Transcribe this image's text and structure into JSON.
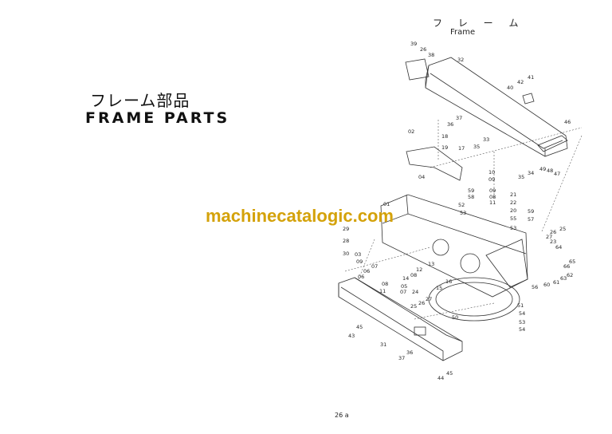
{
  "title_jp": "フレーム部品",
  "title_en": "FRAME PARTS",
  "diagram": {
    "title_jp": "フ レ ー ム",
    "title_en": "Frame"
  },
  "watermark": "machinecatalogic.com",
  "watermark_color": "#d4a20a",
  "page_number": "26 a",
  "callouts": [
    "39",
    "26",
    "38",
    "32",
    "42",
    "41",
    "40",
    "37",
    "36",
    "46",
    "02",
    "18",
    "19",
    "17",
    "33",
    "35",
    "35",
    "34",
    "49",
    "48",
    "47",
    "04",
    "10",
    "09",
    "59",
    "58",
    "52",
    "53",
    "09",
    "08",
    "11",
    "21",
    "22",
    "20",
    "59",
    "55",
    "57",
    "53",
    "25",
    "26",
    "27",
    "23",
    "01",
    "29",
    "28",
    "30",
    "64",
    "65",
    "66",
    "62",
    "63",
    "61",
    "60",
    "56",
    "03",
    "09",
    "07",
    "13",
    "12",
    "06",
    "08",
    "14",
    "06",
    "05",
    "08",
    "11",
    "07",
    "16",
    "15",
    "24",
    "27",
    "26",
    "25",
    "51",
    "54",
    "50",
    "53",
    "54",
    "45",
    "43",
    "31",
    "36",
    "37",
    "45",
    "44"
  ]
}
